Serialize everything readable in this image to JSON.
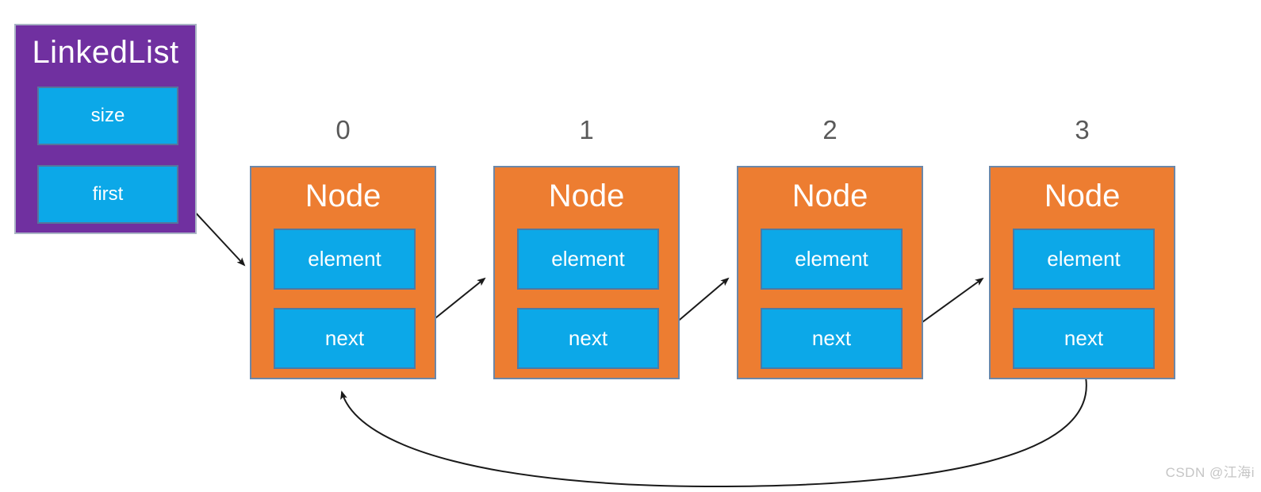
{
  "diagram": {
    "type": "linked-list-structure",
    "linkedlist": {
      "title": "LinkedList",
      "fields": [
        "size",
        "first"
      ]
    },
    "nodes": [
      {
        "index": "0",
        "title": "Node",
        "fields": [
          "element",
          "next"
        ]
      },
      {
        "index": "1",
        "title": "Node",
        "fields": [
          "element",
          "next"
        ]
      },
      {
        "index": "2",
        "title": "Node",
        "fields": [
          "element",
          "next"
        ]
      },
      {
        "index": "3",
        "title": "Node",
        "fields": [
          "element",
          "next"
        ]
      }
    ],
    "edges": [
      {
        "from": "linkedlist.first",
        "to": "node-0",
        "style": "straight-arrow"
      },
      {
        "from": "node-0.next",
        "to": "node-1",
        "style": "straight-arrow"
      },
      {
        "from": "node-1.next",
        "to": "node-2",
        "style": "straight-arrow"
      },
      {
        "from": "node-2.next",
        "to": "node-3",
        "style": "straight-arrow"
      },
      {
        "from": "node-3.next",
        "to": "node-0",
        "style": "curved-arrow-bottom"
      }
    ],
    "colors": {
      "linkedlist_fill": "#7030A0",
      "node_fill": "#ED7D31",
      "field_fill": "#0CA8E8",
      "field_text": "#FFFFFF",
      "index_text": "#595959",
      "arrow": "#1A1A1A"
    }
  },
  "watermark": {
    "text": "CSDN @江海i",
    "color": "#C5C5C5"
  }
}
